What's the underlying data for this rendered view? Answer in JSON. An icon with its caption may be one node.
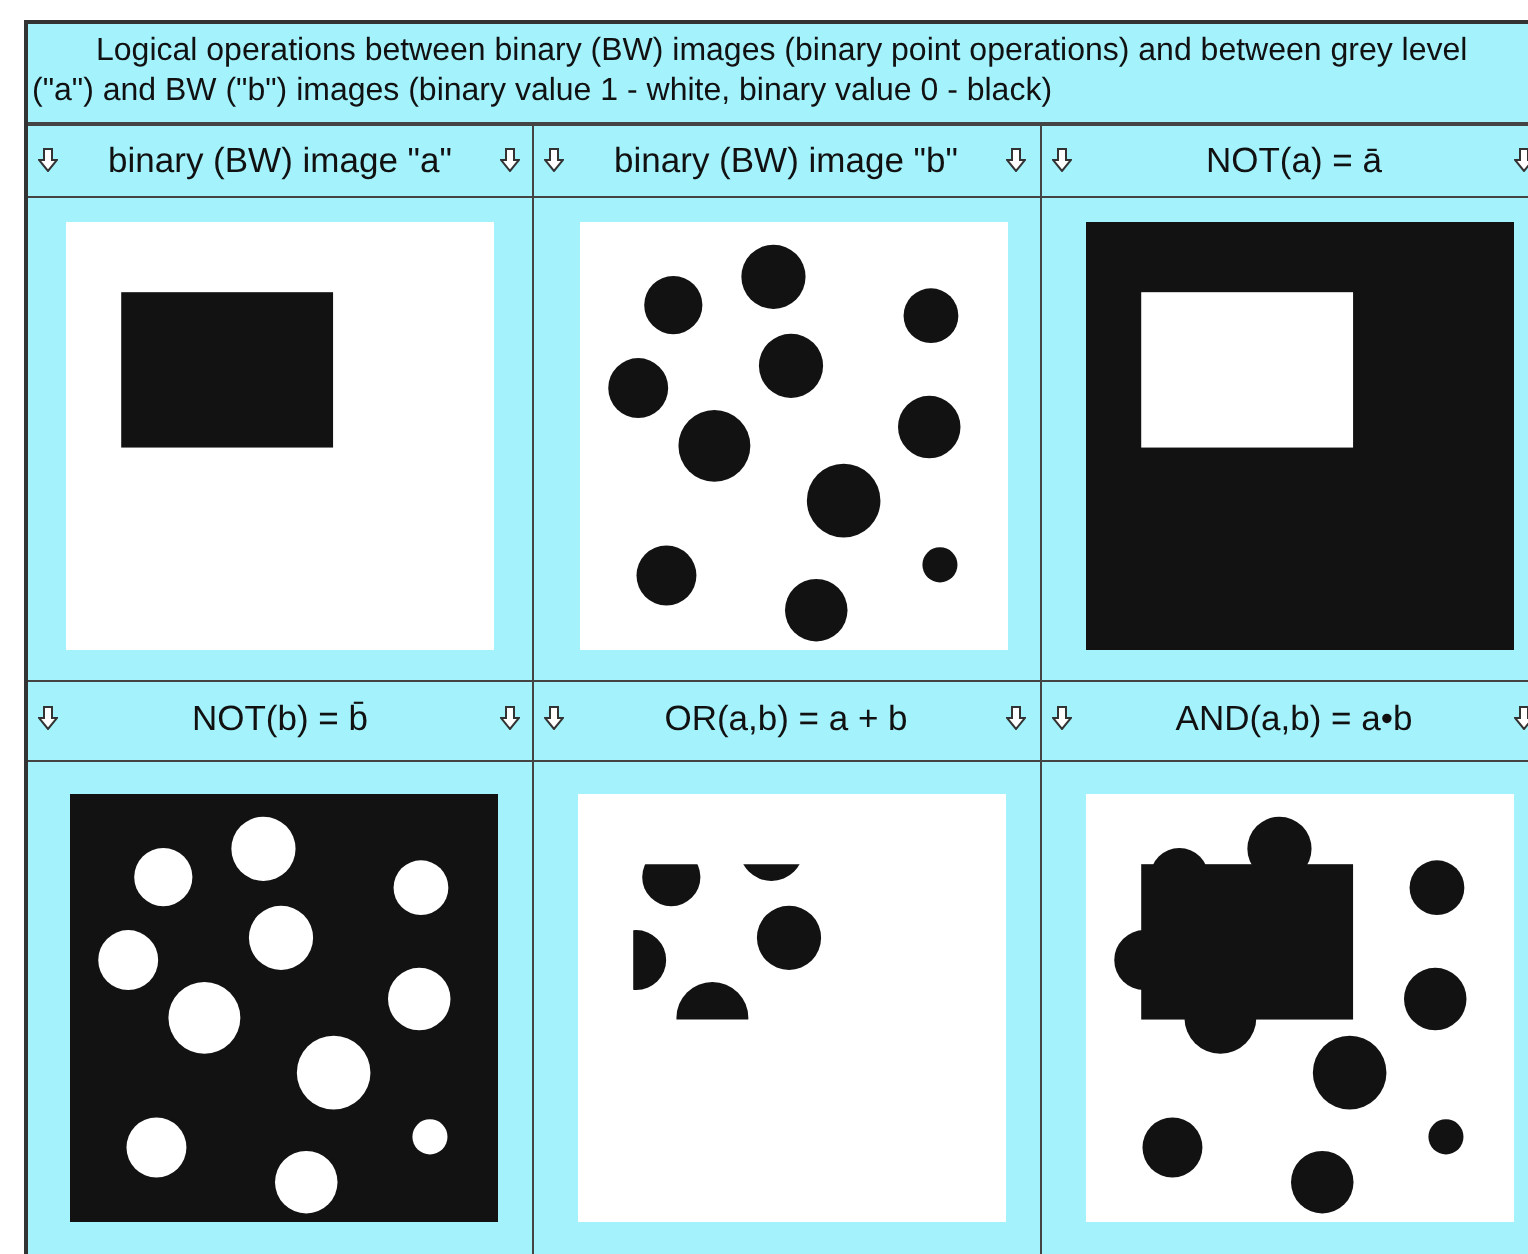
{
  "diagram": {
    "title": "Logical operations between binary (BW) images (binary point operations) and between grey level (\"a\") and BW (\"b\") images (binary value 1 - white, binary value 0 - black)",
    "labels": [
      "binary (BW) image \"a\"",
      "binary (BW) image \"b\"",
      "NOT(a) = ā",
      "NOT(b) = b̄",
      "OR(a,b) = a + b",
      "AND(a,b) = a•b"
    ]
  }
}
